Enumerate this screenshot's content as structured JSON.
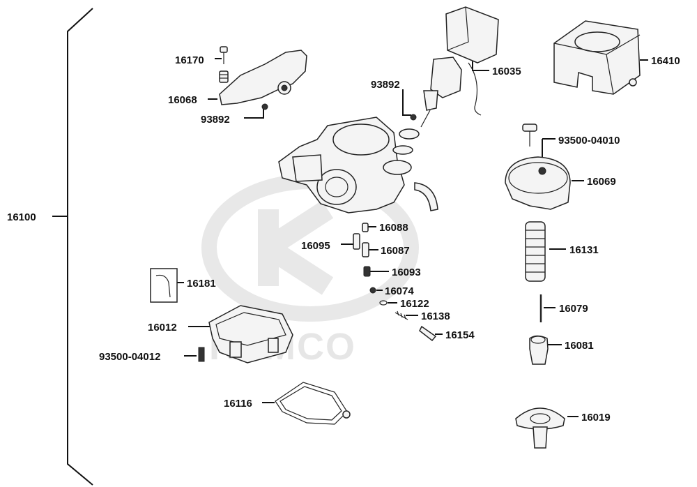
{
  "watermark": {
    "brand_text": "KYMCO"
  },
  "labels": {
    "assembly": "16100",
    "p16170": "16170",
    "p16068": "16068",
    "p93892_left": "93892",
    "p93892_center": "93892",
    "p16035": "16035",
    "p16410": "16410",
    "p93500_04010": "93500-04010",
    "p16069": "16069",
    "p16088": "16088",
    "p16095": "16095",
    "p16087": "16087",
    "p16093": "16093",
    "p16131": "16131",
    "p16181": "16181",
    "p16074": "16074",
    "p16122": "16122",
    "p16079": "16079",
    "p16012": "16012",
    "p16138": "16138",
    "p16154": "16154",
    "p16081": "16081",
    "p93500_04012": "93500-04012",
    "p16116": "16116",
    "p16019": "16019"
  }
}
